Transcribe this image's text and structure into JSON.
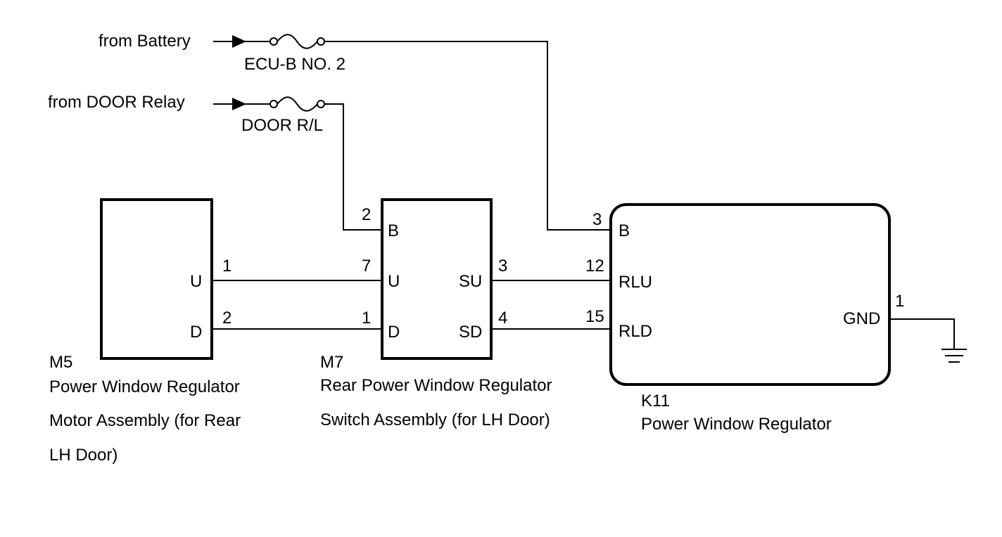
{
  "sources": {
    "battery": "from Battery",
    "door_relay": "from DOOR Relay"
  },
  "fuses": {
    "ecu_b": "ECU-B NO. 2",
    "door_rl": "DOOR R/L"
  },
  "m5": {
    "code": "M5",
    "name_line1": "Power Window Regulator",
    "name_line2": "Motor Assembly (for Rear",
    "name_line3": "LH Door)",
    "terminals": {
      "u": "U",
      "d": "D"
    },
    "pins": {
      "u": "1",
      "d": "2"
    }
  },
  "m7": {
    "code": "M7",
    "name_line1": "Rear Power Window Regulator",
    "name_line2": "Switch Assembly (for LH Door)",
    "terminals": {
      "b": "B",
      "u": "U",
      "d": "D",
      "su": "SU",
      "sd": "SD"
    },
    "pins": {
      "b": "2",
      "u": "7",
      "d": "1",
      "su": "3",
      "sd": "4"
    }
  },
  "k11": {
    "code": "K11",
    "name_line1": "Power Window Regulator",
    "terminals": {
      "b": "B",
      "rlu": "RLU",
      "rld": "RLD",
      "gnd": "GND"
    },
    "pins": {
      "b": "3",
      "rlu": "12",
      "rld": "15",
      "gnd": "1"
    }
  }
}
